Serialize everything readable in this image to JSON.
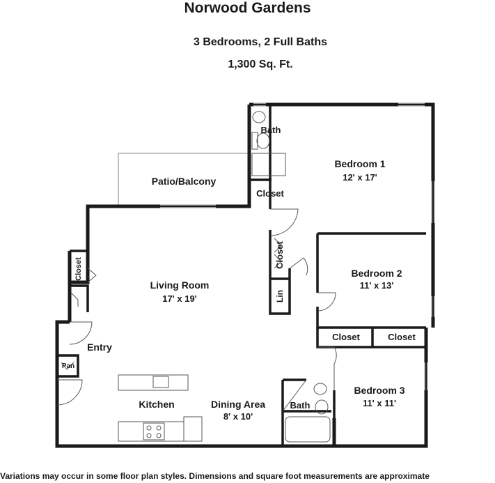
{
  "title": "Norwood Gardens",
  "subtitle": "3 Bedrooms, 2 Full Baths",
  "area": "1,300 Sq. Ft.",
  "footer": "Variations may occur in some floor plan styles. Dimensions and square foot measurements are approximate",
  "rooms": {
    "bath_top": "Bath",
    "bedroom1": "Bedroom 1",
    "bedroom1_size": "12' x 17'",
    "patio": "Patio/Balcony",
    "closet_top": "Closet",
    "closet_left": "Closet",
    "closet_mid": "Closet",
    "living_room": "Living Room",
    "living_room_size": "17' x 19'",
    "lin": "Lin",
    "bedroom2": "Bedroom 2",
    "bedroom2_size": "11' x 13'",
    "closet_b2_left": "Closet",
    "closet_b2_right": "Closet",
    "entry": "Entry",
    "pan": "Pan",
    "kitchen": "Kitchen",
    "dining_area": "Dining Area",
    "dining_area_size": "8' x 10'",
    "bath_bottom": "Bath",
    "bedroom3": "Bedroom 3",
    "bedroom3_size": "11' x 11'"
  }
}
